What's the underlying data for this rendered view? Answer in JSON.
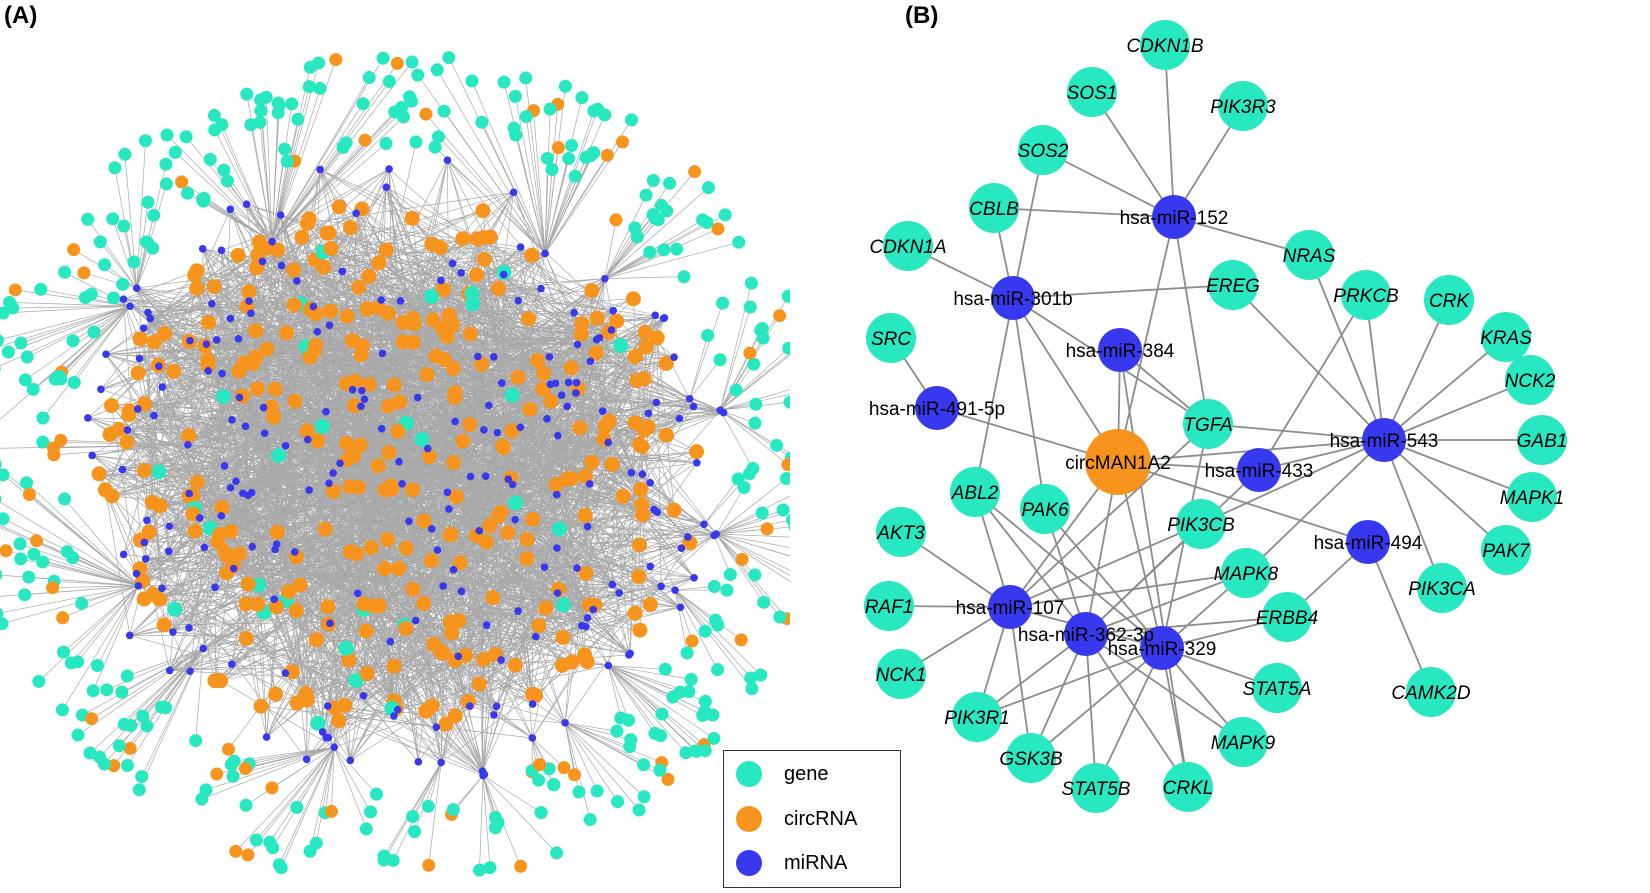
{
  "panels": {
    "a_label": "(A)",
    "b_label": "(B)"
  },
  "colors": {
    "gene": "#27E8C1",
    "circRNA": "#F7941D",
    "miRNA": "#3838EE",
    "edge": "#8C8C8C"
  },
  "legend": [
    {
      "label": "gene",
      "color": "#27E8C1"
    },
    {
      "label": "circRNA",
      "color": "#F7941D"
    },
    {
      "label": "miRNA",
      "color": "#3838EE"
    }
  ],
  "networkB": {
    "nodes": [
      {
        "id": "CDKN1B",
        "label": "CDKN1B",
        "type": "gene"
      },
      {
        "id": "SOS1",
        "label": "SOS1",
        "type": "gene"
      },
      {
        "id": "PIK3R3",
        "label": "PIK3R3",
        "type": "gene"
      },
      {
        "id": "SOS2",
        "label": "SOS2",
        "type": "gene"
      },
      {
        "id": "CBLB",
        "label": "CBLB",
        "type": "gene"
      },
      {
        "id": "CDKN1A",
        "label": "CDKN1A",
        "type": "gene"
      },
      {
        "id": "NRAS",
        "label": "NRAS",
        "type": "gene"
      },
      {
        "id": "EREG",
        "label": "EREG",
        "type": "gene"
      },
      {
        "id": "PRKCB",
        "label": "PRKCB",
        "type": "gene"
      },
      {
        "id": "CRK",
        "label": "CRK",
        "type": "gene"
      },
      {
        "id": "KRAS",
        "label": "KRAS",
        "type": "gene"
      },
      {
        "id": "SRC",
        "label": "SRC",
        "type": "gene"
      },
      {
        "id": "NCK2",
        "label": "NCK2",
        "type": "gene"
      },
      {
        "id": "TGFA",
        "label": "TGFA",
        "type": "gene"
      },
      {
        "id": "GAB1",
        "label": "GAB1",
        "type": "gene"
      },
      {
        "id": "ABL2",
        "label": "ABL2",
        "type": "gene"
      },
      {
        "id": "PAK6",
        "label": "PAK6",
        "type": "gene"
      },
      {
        "id": "PIK3CB",
        "label": "PIK3CB",
        "type": "gene"
      },
      {
        "id": "MAPK1",
        "label": "MAPK1",
        "type": "gene"
      },
      {
        "id": "AKT3",
        "label": "AKT3",
        "type": "gene"
      },
      {
        "id": "PAK7",
        "label": "PAK7",
        "type": "gene"
      },
      {
        "id": "MAPK8",
        "label": "MAPK8",
        "type": "gene"
      },
      {
        "id": "PIK3CA",
        "label": "PIK3CA",
        "type": "gene"
      },
      {
        "id": "RAF1",
        "label": "RAF1",
        "type": "gene"
      },
      {
        "id": "ERBB4",
        "label": "ERBB4",
        "type": "gene"
      },
      {
        "id": "NCK1",
        "label": "NCK1",
        "type": "gene"
      },
      {
        "id": "STAT5A",
        "label": "STAT5A",
        "type": "gene"
      },
      {
        "id": "CAMK2D",
        "label": "CAMK2D",
        "type": "gene"
      },
      {
        "id": "PIK3R1",
        "label": "PIK3R1",
        "type": "gene"
      },
      {
        "id": "MAPK9",
        "label": "MAPK9",
        "type": "gene"
      },
      {
        "id": "GSK3B",
        "label": "GSK3B",
        "type": "gene"
      },
      {
        "id": "STAT5B",
        "label": "STAT5B",
        "type": "gene"
      },
      {
        "id": "CRKL",
        "label": "CRKL",
        "type": "gene"
      },
      {
        "id": "circMAN1A2",
        "label": "circMAN1A2",
        "type": "circRNA"
      },
      {
        "id": "miR152",
        "label": "hsa-miR-152",
        "type": "miRNA"
      },
      {
        "id": "miR301b",
        "label": "hsa-miR-301b",
        "type": "miRNA"
      },
      {
        "id": "miR384",
        "label": "hsa-miR-384",
        "type": "miRNA"
      },
      {
        "id": "miR491",
        "label": "hsa-miR-491-5p",
        "type": "miRNA"
      },
      {
        "id": "miR543",
        "label": "hsa-miR-543",
        "type": "miRNA"
      },
      {
        "id": "miR433",
        "label": "hsa-miR-433",
        "type": "miRNA"
      },
      {
        "id": "miR494",
        "label": "hsa-miR-494",
        "type": "miRNA"
      },
      {
        "id": "miR107",
        "label": "hsa-miR-107",
        "type": "miRNA"
      },
      {
        "id": "miR362",
        "label": "hsa-miR-362-3p",
        "type": "miRNA"
      },
      {
        "id": "miR329",
        "label": "hsa-miR-329",
        "type": "miRNA"
      }
    ],
    "edges": [
      [
        "circMAN1A2",
        "miR152"
      ],
      [
        "circMAN1A2",
        "miR301b"
      ],
      [
        "circMAN1A2",
        "miR384"
      ],
      [
        "circMAN1A2",
        "miR491"
      ],
      [
        "circMAN1A2",
        "miR543"
      ],
      [
        "circMAN1A2",
        "miR433"
      ],
      [
        "circMAN1A2",
        "miR494"
      ],
      [
        "circMAN1A2",
        "miR107"
      ],
      [
        "circMAN1A2",
        "miR362"
      ],
      [
        "circMAN1A2",
        "miR329"
      ],
      [
        "miR152",
        "CDKN1B"
      ],
      [
        "miR152",
        "SOS1"
      ],
      [
        "miR152",
        "PIK3R3"
      ],
      [
        "miR152",
        "SOS2"
      ],
      [
        "miR152",
        "CBLB"
      ],
      [
        "miR152",
        "NRAS"
      ],
      [
        "miR152",
        "TGFA"
      ],
      [
        "miR301b",
        "CDKN1A"
      ],
      [
        "miR301b",
        "CBLB"
      ],
      [
        "miR301b",
        "SOS2"
      ],
      [
        "miR301b",
        "EREG"
      ],
      [
        "miR301b",
        "ABL2"
      ],
      [
        "miR301b",
        "TGFA"
      ],
      [
        "miR301b",
        "PAK6"
      ],
      [
        "miR384",
        "TGFA"
      ],
      [
        "miR384",
        "CRKL"
      ],
      [
        "miR491",
        "SRC"
      ],
      [
        "miR543",
        "PRKCB"
      ],
      [
        "miR543",
        "CRK"
      ],
      [
        "miR543",
        "KRAS"
      ],
      [
        "miR543",
        "NCK2"
      ],
      [
        "miR543",
        "GAB1"
      ],
      [
        "miR543",
        "MAPK1"
      ],
      [
        "miR543",
        "PAK7"
      ],
      [
        "miR543",
        "PIK3CA"
      ],
      [
        "miR543",
        "TGFA"
      ],
      [
        "miR543",
        "EREG"
      ],
      [
        "miR543",
        "NRAS"
      ],
      [
        "miR543",
        "PIK3CB"
      ],
      [
        "miR543",
        "MAPK8"
      ],
      [
        "miR543",
        "miR433"
      ],
      [
        "miR433",
        "PRKCB"
      ],
      [
        "miR433",
        "miR362"
      ],
      [
        "miR494",
        "CAMK2D"
      ],
      [
        "miR494",
        "ERBB4"
      ],
      [
        "miR107",
        "AKT3"
      ],
      [
        "miR107",
        "RAF1"
      ],
      [
        "miR107",
        "NCK1"
      ],
      [
        "miR107",
        "PIK3CB"
      ],
      [
        "miR107",
        "MAPK8"
      ],
      [
        "miR107",
        "PIK3R1"
      ],
      [
        "miR107",
        "GSK3B"
      ],
      [
        "miR107",
        "ABL2"
      ],
      [
        "miR107",
        "TGFA"
      ],
      [
        "miR107",
        "miR329"
      ],
      [
        "miR362",
        "ABL2"
      ],
      [
        "miR362",
        "PIK3CB"
      ],
      [
        "miR362",
        "MAPK8"
      ],
      [
        "miR362",
        "ERBB4"
      ],
      [
        "miR362",
        "PIK3R1"
      ],
      [
        "miR362",
        "GSK3B"
      ],
      [
        "miR362",
        "STAT5B"
      ],
      [
        "miR362",
        "CRKL"
      ],
      [
        "miR362",
        "PAK6"
      ],
      [
        "miR362",
        "MAPK9"
      ],
      [
        "miR329",
        "PAK6"
      ],
      [
        "miR329",
        "MAPK8"
      ],
      [
        "miR329",
        "ERBB4"
      ],
      [
        "miR329",
        "STAT5A"
      ],
      [
        "miR329",
        "MAPK9"
      ],
      [
        "miR329",
        "CRKL"
      ],
      [
        "miR329",
        "STAT5B"
      ],
      [
        "miR329",
        "GSK3B"
      ],
      [
        "miR329",
        "PIK3R1"
      ],
      [
        "miR329",
        "ABL2"
      ],
      [
        "miR329",
        "TGFA"
      ]
    ]
  }
}
